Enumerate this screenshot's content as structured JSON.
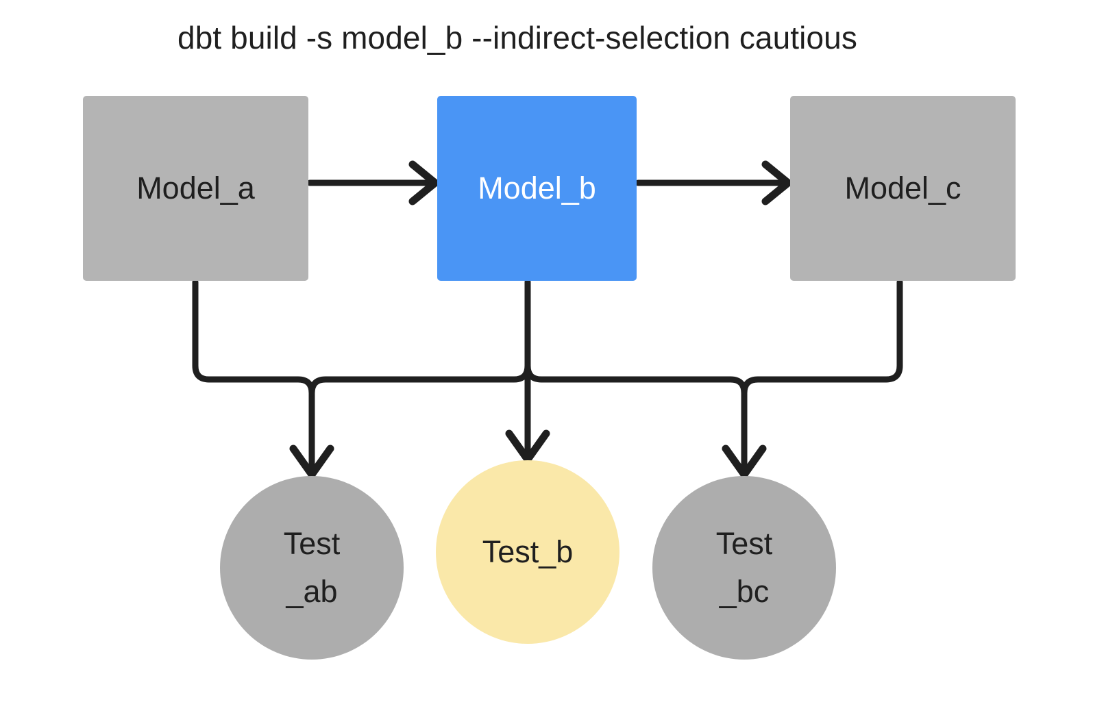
{
  "title": "dbt build -s model_b --indirect-selection cautious",
  "colors": {
    "background": "#ffffff",
    "node_gray": "#b4b4b4",
    "circle_gray": "#adadad",
    "selected_blue": "#4a95f5",
    "indirect_yellow": "#fae8a9",
    "edge_stroke": "#1f1f1f",
    "text_dark": "#1f1f1f",
    "text_light": "#ffffff"
  },
  "nodes": {
    "models": [
      {
        "id": "model_a",
        "label": "Model_a",
        "shape": "rounded-rect",
        "state": "unselected",
        "fill": "#b4b4b4"
      },
      {
        "id": "model_b",
        "label": "Model_b",
        "shape": "rounded-rect",
        "state": "selected",
        "fill": "#4a95f5"
      },
      {
        "id": "model_c",
        "label": "Model_c",
        "shape": "rounded-rect",
        "state": "unselected",
        "fill": "#b4b4b4"
      }
    ],
    "tests": [
      {
        "id": "test_ab",
        "label_line1": "Test",
        "label_line2": "_ab",
        "shape": "circle",
        "state": "unselected",
        "fill": "#adadad"
      },
      {
        "id": "test_b",
        "label_line1": "Test_b",
        "label_line2": "",
        "shape": "circle",
        "state": "indirect-selected",
        "fill": "#fae8a9"
      },
      {
        "id": "test_bc",
        "label_line1": "Test",
        "label_line2": "_bc",
        "shape": "circle",
        "state": "unselected",
        "fill": "#adadad"
      }
    ]
  },
  "edges": [
    {
      "from": "model_a",
      "to": "model_b",
      "kind": "arrow-right"
    },
    {
      "from": "model_b",
      "to": "model_c",
      "kind": "arrow-right"
    },
    {
      "from": "model_a",
      "to": "test_ab",
      "kind": "elbow-arrow-down"
    },
    {
      "from": "model_b",
      "to": "test_ab",
      "kind": "elbow-arrow-down"
    },
    {
      "from": "model_b",
      "to": "test_b",
      "kind": "straight-arrow-down"
    },
    {
      "from": "model_b",
      "to": "test_bc",
      "kind": "elbow-arrow-down"
    },
    {
      "from": "model_c",
      "to": "test_bc",
      "kind": "elbow-arrow-down"
    }
  ]
}
